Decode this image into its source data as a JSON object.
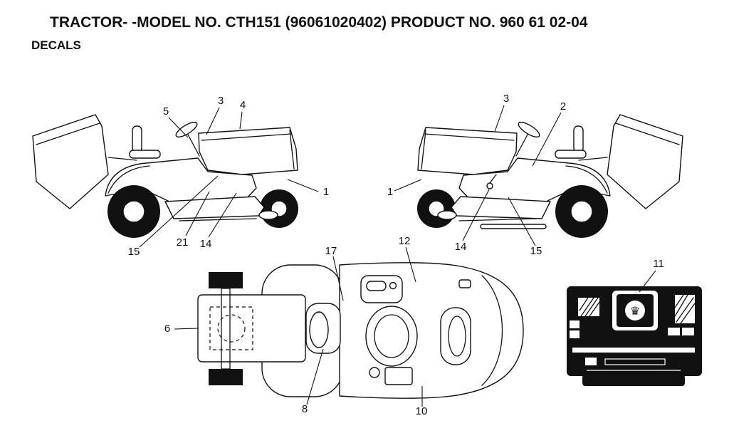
{
  "header": {
    "title": "TRACTOR- -MODEL NO. CTH151 (96061020402) PRODUCT NO. 960 61 02-04",
    "subtitle": "DECALS"
  },
  "callouts": {
    "1": "1",
    "2": "2",
    "3": "3",
    "4": "4",
    "5": "5",
    "6": "6",
    "8": "8",
    "10": "10",
    "11": "11",
    "12": "12",
    "14": "14",
    "15": "15",
    "17": "17",
    "21": "21"
  },
  "icons": {
    "crown_glyph": "♛"
  },
  "colors": {
    "ink": "#111111",
    "paper": "#ffffff",
    "decal_panel": "#111111"
  }
}
